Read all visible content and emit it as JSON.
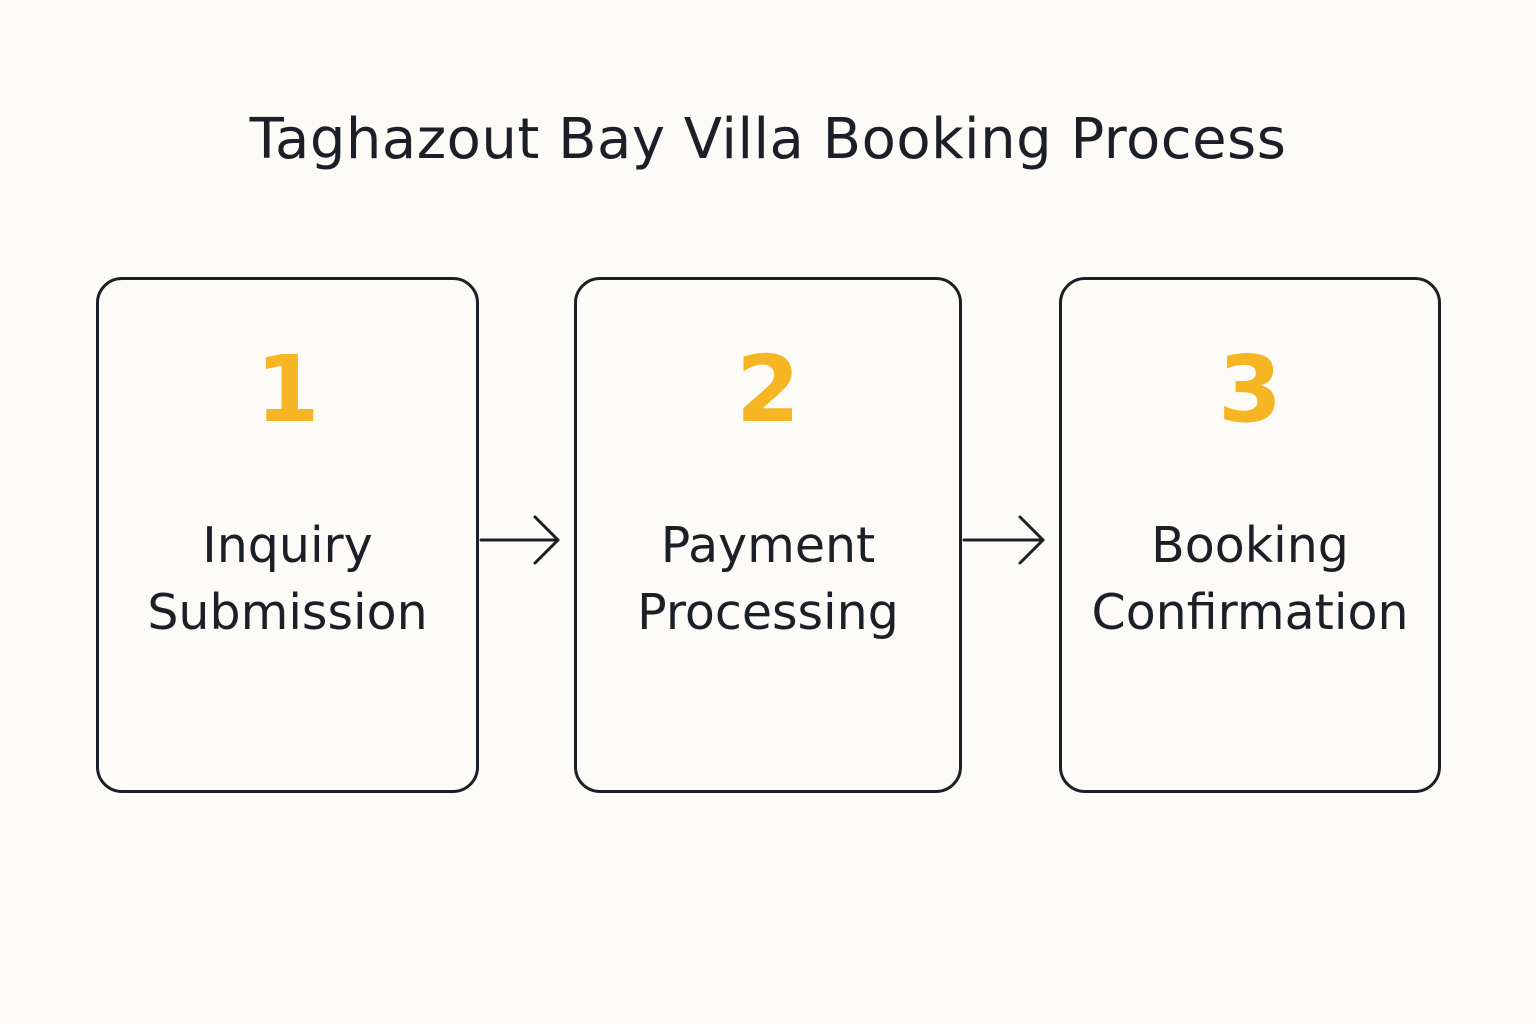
{
  "title": "Taghazout Bay Villa Booking Process",
  "colors": {
    "background": "#fcfbf7",
    "accent_number": "#f6b624",
    "ink": "#1c2026"
  },
  "steps": [
    {
      "number": "1",
      "label_line1": "Inquiry",
      "label_line2": "Submission"
    },
    {
      "number": "2",
      "label_line1": "Payment",
      "label_line2": "Processing"
    },
    {
      "number": "3",
      "label_line1": "Booking",
      "label_line2": "Confirmation"
    }
  ],
  "connectors": [
    {
      "from": "1",
      "to": "2",
      "icon": "arrow-right-icon"
    },
    {
      "from": "2",
      "to": "3",
      "icon": "arrow-right-icon"
    }
  ]
}
